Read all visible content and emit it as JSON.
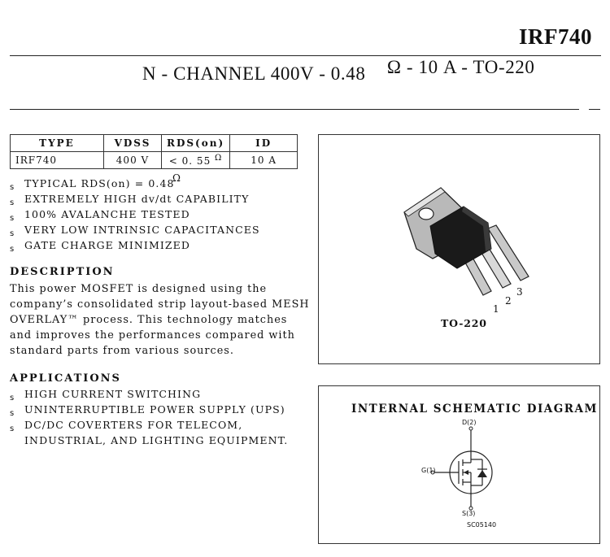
{
  "header": {
    "part_number": "IRF740",
    "subtitle_left": "N - CHANNEL 400V - 0.48",
    "subtitle_right": "Ω - 10 A - TO-220"
  },
  "spec_table": {
    "headers": [
      "TYPE",
      "VDSS",
      "RDS(on)",
      "ID"
    ],
    "row": {
      "type": "IRF740",
      "vdss": "400 V",
      "rds_on": "< 0. 55",
      "rds_unit": "Ω",
      "id": "10 A"
    }
  },
  "features": {
    "bullet_symbol": "s",
    "items": [
      "TYPICAL RDS(on) = 0.48",
      "EXTREMELY HIGH dv/dt CAPABILITY",
      "100% AVALANCHE TESTED",
      "VERY LOW INTRINSIC CAPACITANCES",
      "GATE CHARGE MINIMIZED"
    ],
    "omega": "Ω"
  },
  "description": {
    "heading": "DESCRIPTION",
    "lines": [
      "This power MOSFET is designed using the",
      "company’s consolidated strip layout-based MESH",
      "OVERLAY™ process. This technology matches",
      "and improves the performances compared with",
      "standard parts from various sources."
    ]
  },
  "applications": {
    "heading": "APPLICATIONS",
    "items": [
      "HIGH CURRENT SWITCHING",
      "UNINTERRUPTIBLE POWER SUPPLY (UPS)",
      "DC/DC COVERTERS FOR TELECOM,",
      "INDUSTRIAL, AND LIGHTING EQUIPMENT."
    ]
  },
  "package_panel": {
    "label": "TO-220",
    "pins": [
      "1",
      "2",
      "3"
    ]
  },
  "schematic_panel": {
    "title": "INTERNAL SCHEMATIC DIAGRAM",
    "drain_label": "D(2)",
    "gate_label": "G(1)",
    "source_label": "S(3)",
    "code": "SC05140"
  }
}
